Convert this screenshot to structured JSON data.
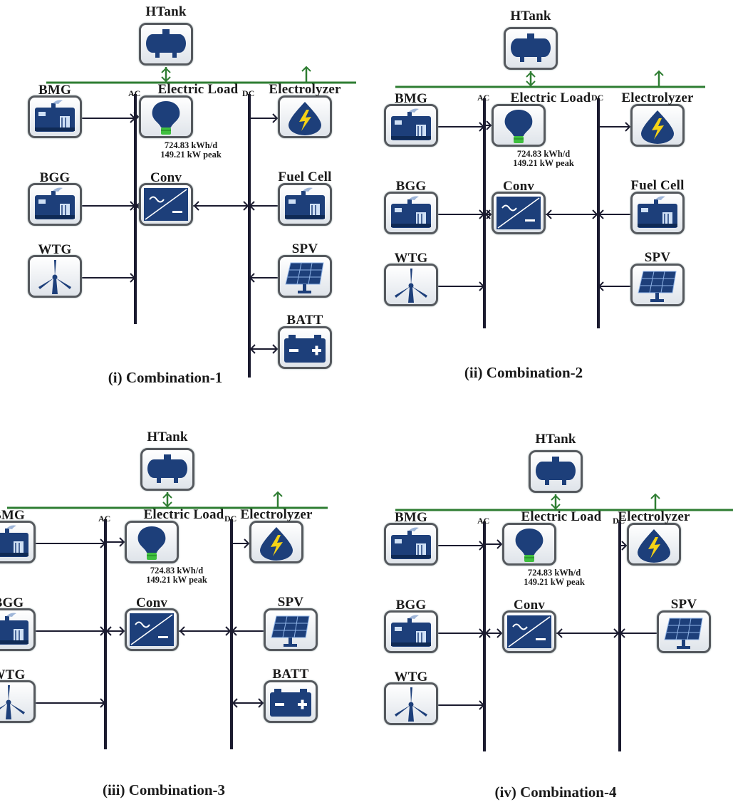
{
  "panels": [
    {
      "id": "p1",
      "caption": "(i) Combination-1",
      "left": [
        {
          "key": "bmg",
          "label": "BMG",
          "icon": "factory-icon"
        },
        {
          "key": "bgg",
          "label": "BGG",
          "icon": "factory-icon"
        },
        {
          "key": "wtg",
          "label": "WTG",
          "icon": "wind-turbine-icon"
        }
      ],
      "right": [
        {
          "key": "elz",
          "label": "Electrolyzer",
          "icon": "electrolyzer-icon"
        },
        {
          "key": "fc",
          "label": "Fuel Cell",
          "icon": "factory-icon"
        },
        {
          "key": "spv",
          "label": "SPV",
          "icon": "solar-panel-icon"
        },
        {
          "key": "batt",
          "label": "BATT",
          "icon": "battery-icon"
        }
      ]
    },
    {
      "id": "p2",
      "caption": "(ii) Combination-2",
      "left": [
        {
          "key": "bmg",
          "label": "BMG",
          "icon": "factory-icon"
        },
        {
          "key": "bgg",
          "label": "BGG",
          "icon": "factory-icon"
        },
        {
          "key": "wtg",
          "label": "WTG",
          "icon": "wind-turbine-icon"
        }
      ],
      "right": [
        {
          "key": "elz",
          "label": "Electrolyzer",
          "icon": "electrolyzer-icon"
        },
        {
          "key": "fc",
          "label": "Fuel Cell",
          "icon": "factory-icon"
        },
        {
          "key": "spv",
          "label": "SPV",
          "icon": "solar-panel-icon"
        }
      ]
    },
    {
      "id": "p3",
      "caption": "(iii) Combination-3",
      "left": [
        {
          "key": "bmg",
          "label": "BMG",
          "icon": "factory-icon"
        },
        {
          "key": "bgg",
          "label": "BGG",
          "icon": "factory-icon"
        },
        {
          "key": "wtg",
          "label": "WTG",
          "icon": "wind-turbine-icon"
        }
      ],
      "right": [
        {
          "key": "elz",
          "label": "Electrolyzer",
          "icon": "electrolyzer-icon"
        },
        {
          "key": "spv",
          "label": "SPV",
          "icon": "solar-panel-icon"
        },
        {
          "key": "batt",
          "label": "BATT",
          "icon": "battery-icon"
        }
      ]
    },
    {
      "id": "p4",
      "caption": "(iv) Combination-4",
      "left": [
        {
          "key": "bmg",
          "label": "BMG",
          "icon": "factory-icon"
        },
        {
          "key": "bgg",
          "label": "BGG",
          "icon": "factory-icon"
        },
        {
          "key": "wtg",
          "label": "WTG",
          "icon": "wind-turbine-icon"
        }
      ],
      "right": [
        {
          "key": "elz",
          "label": "Electrolyzer",
          "icon": "electrolyzer-icon"
        },
        {
          "key": "spv",
          "label": "SPV",
          "icon": "solar-panel-icon"
        }
      ]
    }
  ],
  "common": {
    "htank_label": "HTank",
    "ac_label": "AC",
    "dc_label": "DC",
    "load_label": "Electric Load",
    "load_daily": "724.83 kWh/d",
    "load_peak": "149.21 kW peak",
    "conv_label": "Conv"
  },
  "colors": {
    "hydrogen_bus": "#2e7d32",
    "power_bus": "#1b1b2f",
    "icon_blue": "#1d3f7a",
    "icon_frame": "#55595e"
  }
}
